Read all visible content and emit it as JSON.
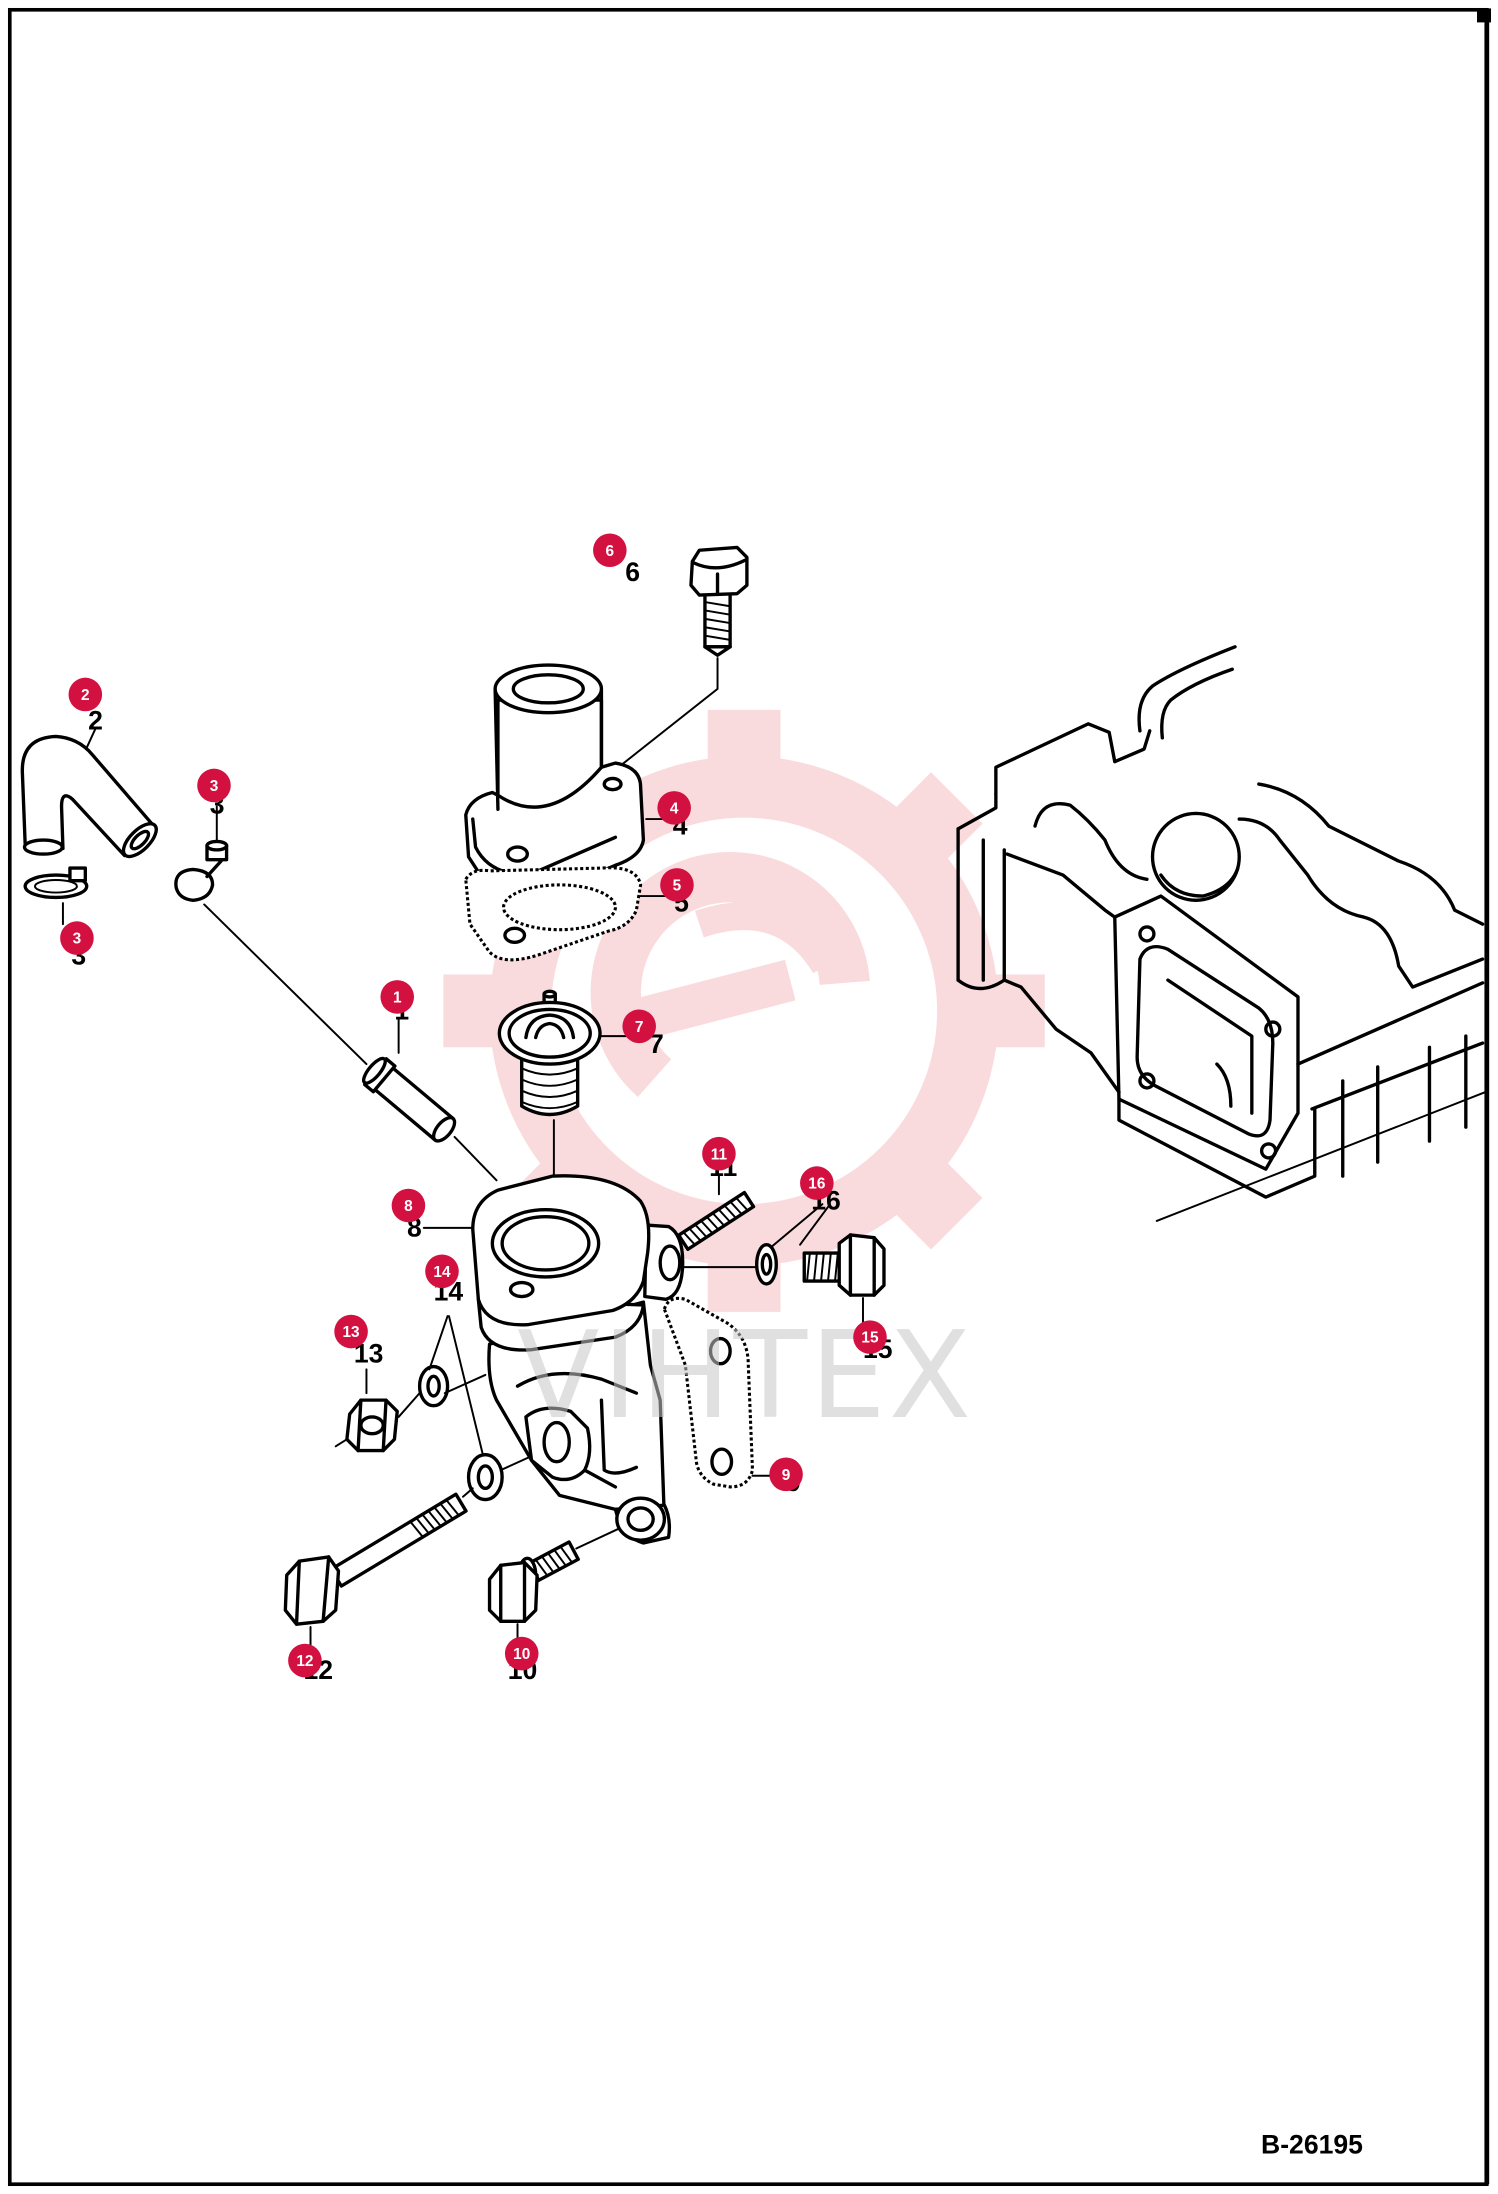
{
  "figure_id": "B-26195",
  "watermark": "VIHTEX",
  "callouts": [
    "6",
    "2",
    "3",
    "3",
    "4",
    "5",
    "1",
    "7",
    "8",
    "11",
    "16",
    "14",
    "13",
    "15",
    "9",
    "12",
    "10"
  ],
  "colors": {
    "callout_fill": "#d31141",
    "callout_text": "#ffffff",
    "line": "#000000",
    "watermark_logo": "#e8505b",
    "watermark_text": "#c8c8c8"
  },
  "icons": {
    "watermark_logo": "gear-logo-icon"
  }
}
